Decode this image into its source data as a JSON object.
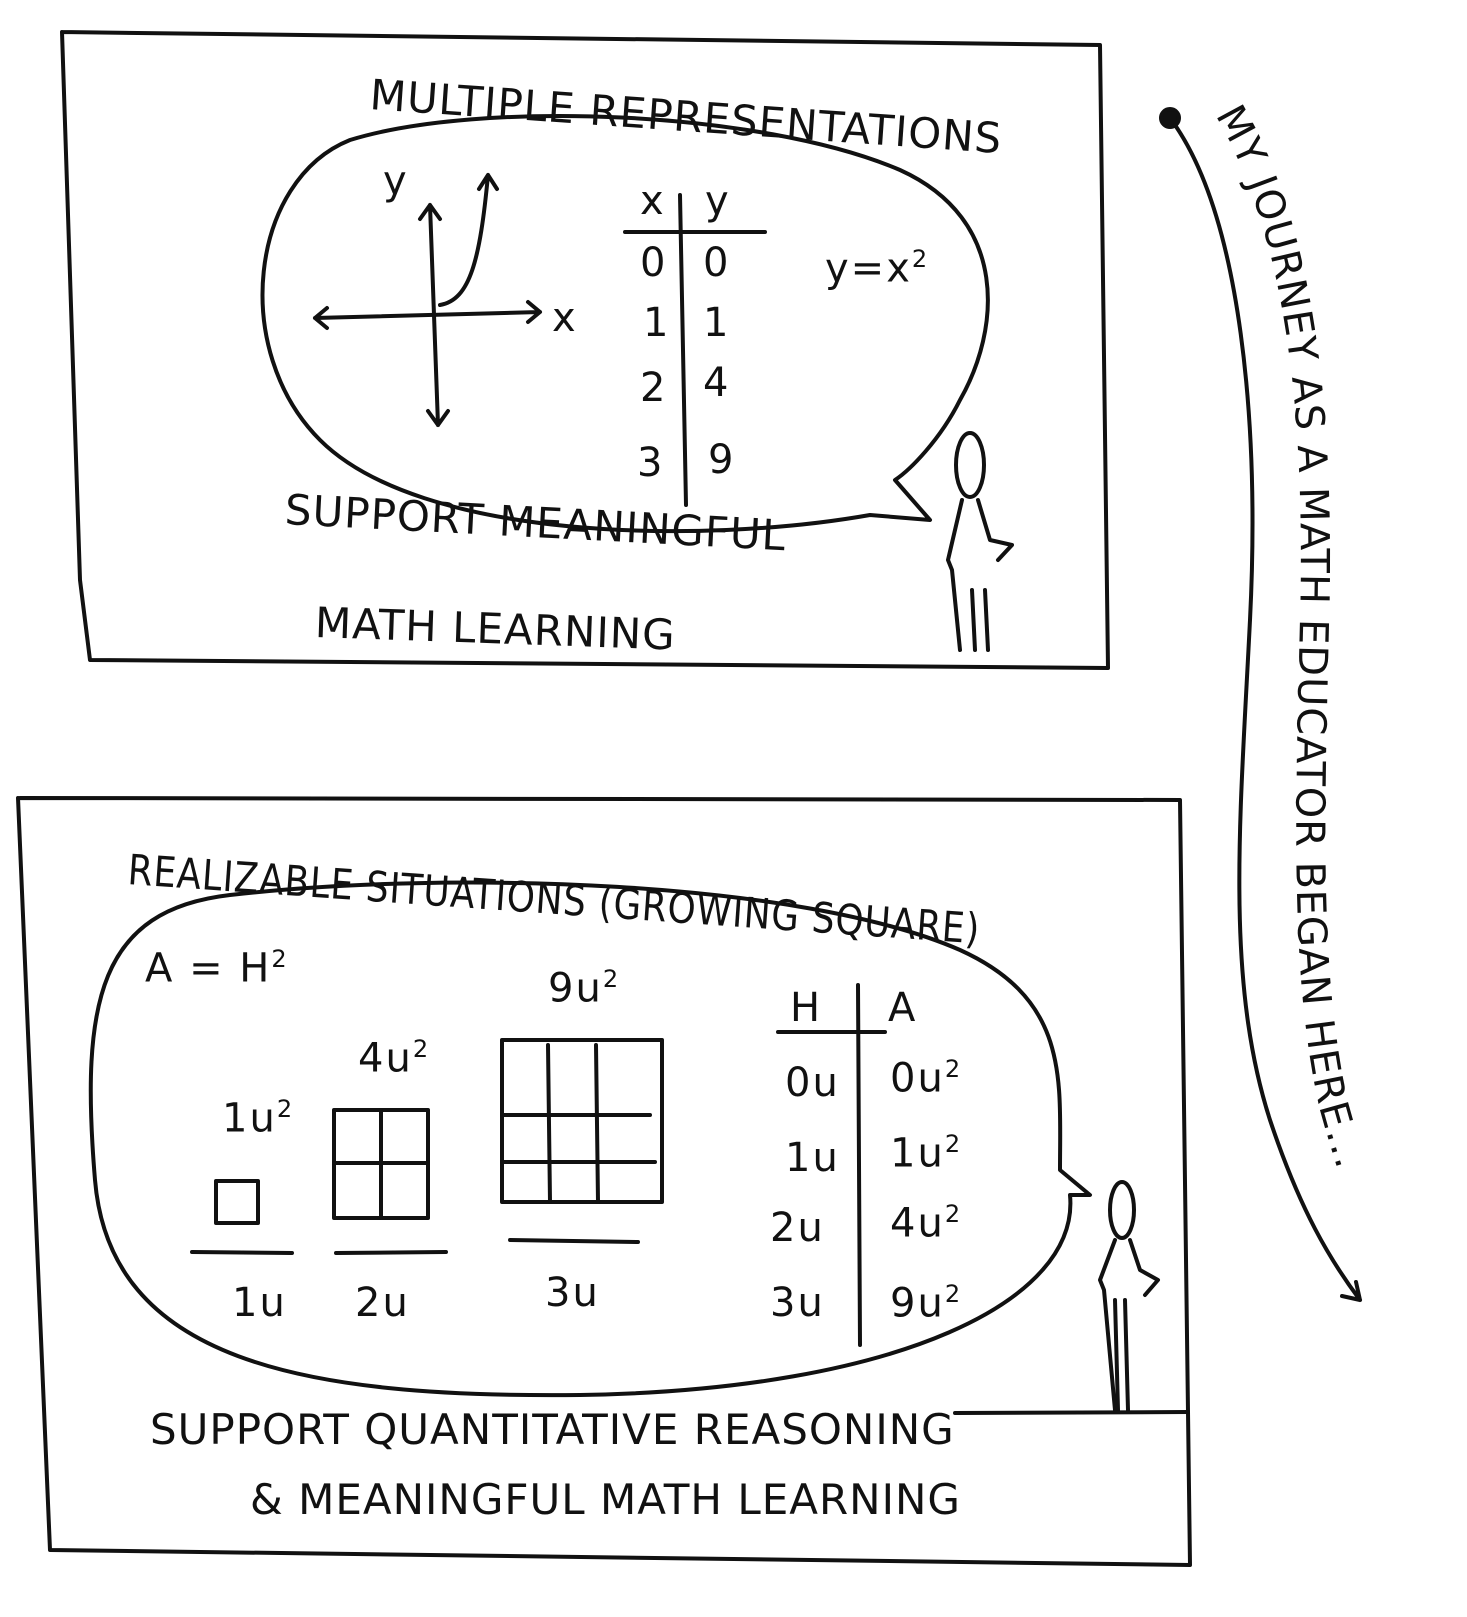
{
  "journey": {
    "text": "MY JOURNEY AS A MATH EDUCATOR BEGAN HERE..."
  },
  "panel1": {
    "title": "MULTIPLE REPRESENTATIONS",
    "axis_y": "y",
    "axis_x": "x",
    "table_headers": [
      "x",
      "y"
    ],
    "table_rows": [
      [
        "0",
        "0"
      ],
      [
        "1",
        "1"
      ],
      [
        "2",
        "4"
      ],
      [
        "3",
        "9"
      ]
    ],
    "equation": "y=x",
    "equation_exp": "2",
    "caption_line1": "SUPPORT MEANINGFUL",
    "caption_line2": "MATH LEARNING"
  },
  "panel2": {
    "title": "REALIZABLE SITUATIONS (GROWING SQUARE)",
    "formula": "A = H",
    "formula_exp": "2",
    "squares": [
      {
        "area": "1u",
        "side": "1u"
      },
      {
        "area": "4u",
        "side": "2u"
      },
      {
        "area": "9u",
        "side": "3u"
      }
    ],
    "exp": "2",
    "table_headers": [
      "H",
      "A"
    ],
    "table_rows": [
      [
        "0u",
        "0u"
      ],
      [
        "1u",
        "1u"
      ],
      [
        "2u",
        "4u"
      ],
      [
        "3u",
        "9u"
      ]
    ],
    "caption_line1": "SUPPORT QUANTITATIVE REASONING",
    "caption_line2": "& MEANINGFUL MATH LEARNING"
  }
}
